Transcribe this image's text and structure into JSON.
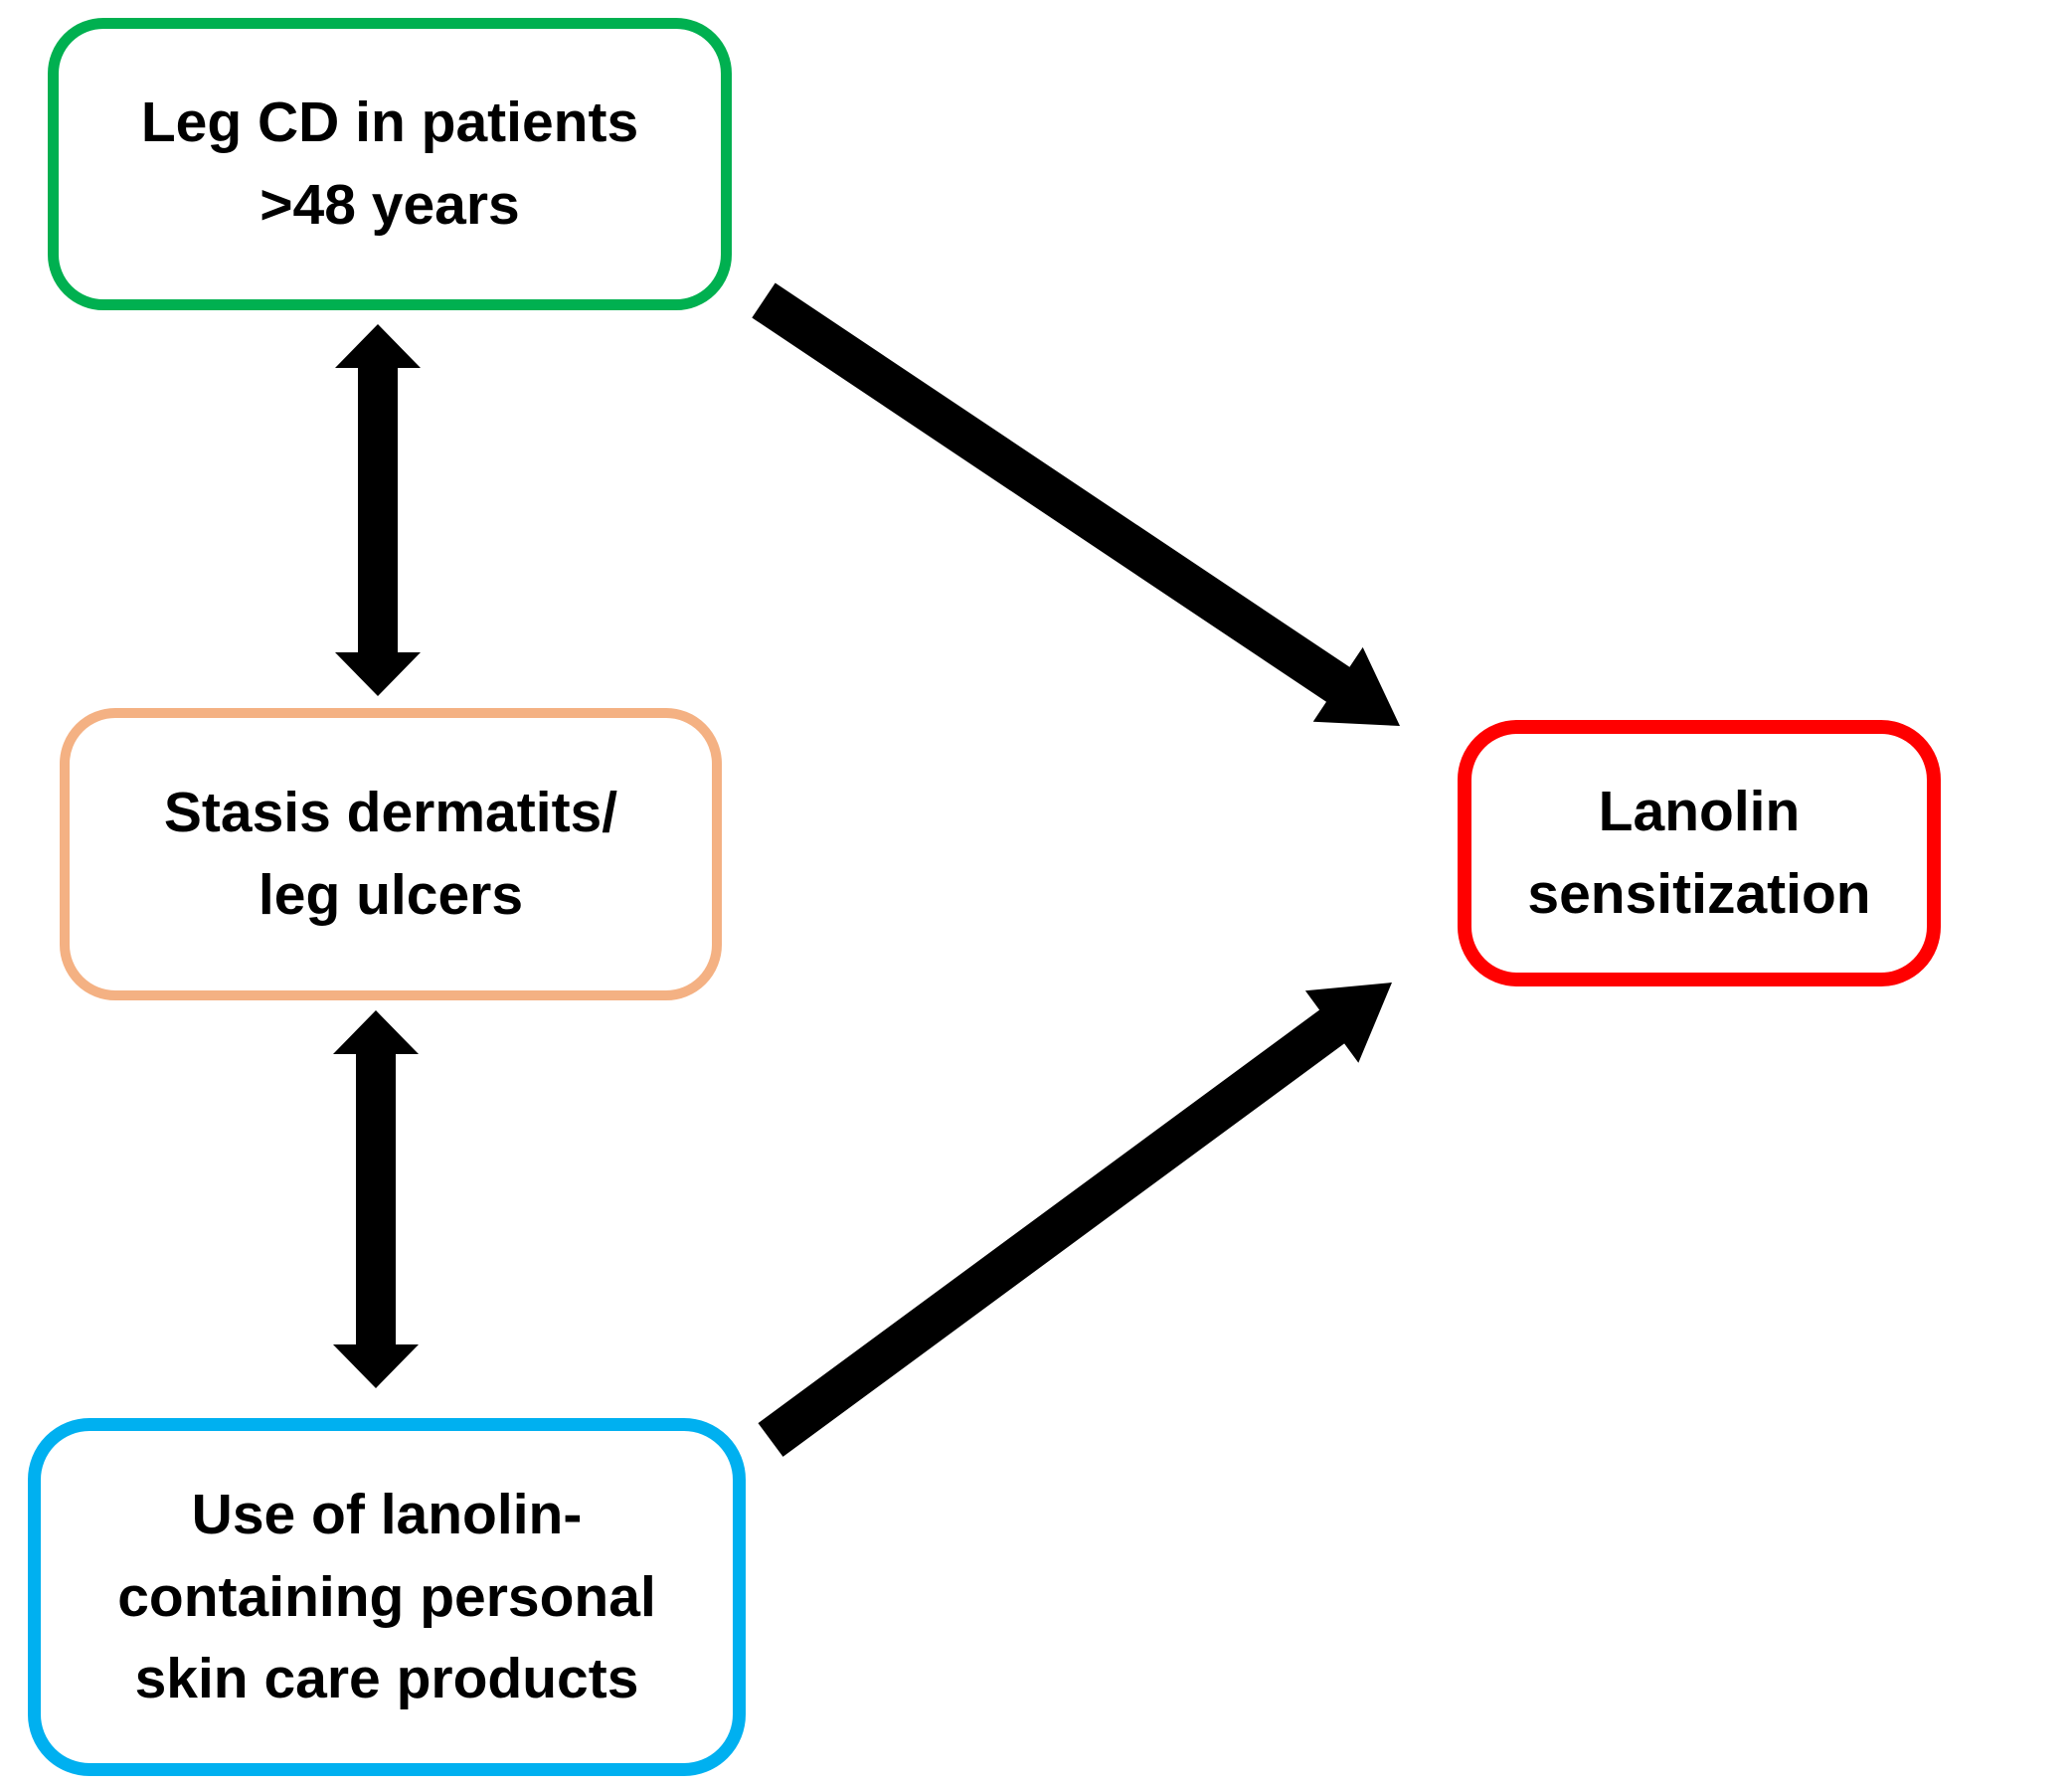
{
  "figure": {
    "background_color": "#FFFFFF",
    "text_color": "#000000",
    "arrow_color": "#000000",
    "nodes": {
      "leg_cd": {
        "lines": [
          "Leg CD in patients",
          ">48 years"
        ],
        "border_color": "#00B050"
      },
      "stasis_dermatitis": {
        "lines": [
          "Stasis dermatits/",
          "leg ulcers"
        ],
        "border_color": "#F4B183"
      },
      "lanolin_products": {
        "lines": [
          "Use of lanolin-",
          "containing personal",
          "skin care products"
        ],
        "border_color": "#00B0F0"
      },
      "lanolin_sensitization": {
        "lines": [
          "Lanolin",
          "sensitization"
        ],
        "border_color": "#FF0000"
      }
    },
    "arrows": [
      {
        "id": "leg-cd--stasis",
        "style": "double-headed",
        "between": [
          "leg_cd",
          "stasis_dermatitis"
        ]
      },
      {
        "id": "stasis--lanolin-products",
        "style": "double-headed",
        "between": [
          "stasis_dermatitis",
          "lanolin_products"
        ]
      },
      {
        "id": "leg-cd--sensitization",
        "style": "single-headed",
        "between": [
          "leg_cd",
          "lanolin_sensitization"
        ]
      },
      {
        "id": "lanolin-products--sensitization",
        "style": "single-headed",
        "between": [
          "lanolin_products",
          "lanolin_sensitization"
        ]
      }
    ]
  }
}
